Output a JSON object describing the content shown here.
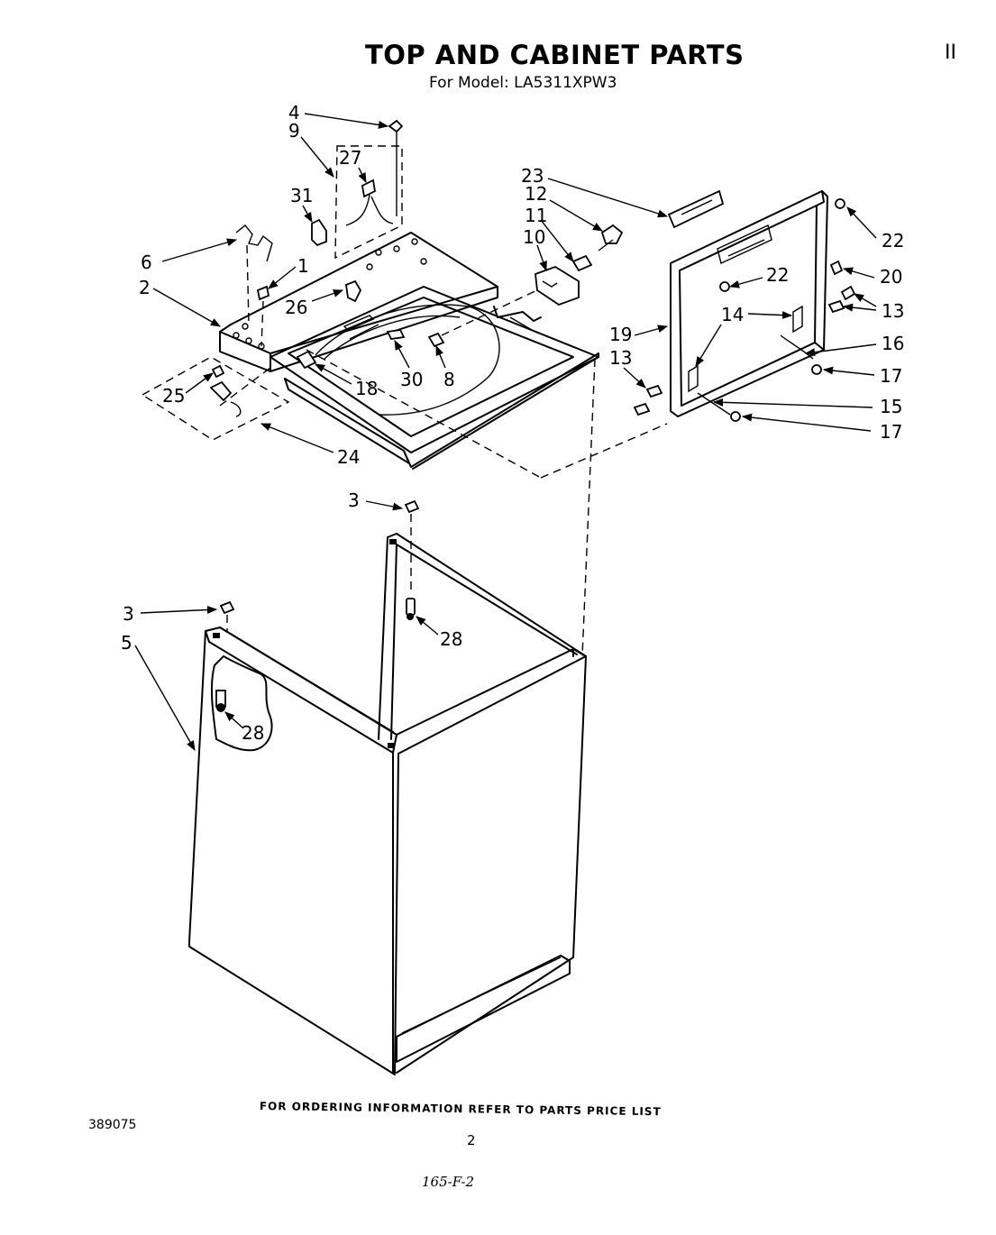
{
  "header": {
    "title": "TOP AND CABINET PARTS",
    "subtitle": "For Model: LA5311XPW3",
    "corner_mark": "II"
  },
  "callouts": {
    "c1": "1",
    "c2": "2",
    "c3a": "3",
    "c3b": "3",
    "c4": "4",
    "c5": "5",
    "c6": "6",
    "c8": "8",
    "c9": "9",
    "c10": "10",
    "c11": "11",
    "c12": "12",
    "c13a": "13",
    "c13b": "13",
    "c14": "14",
    "c15": "15",
    "c16": "16",
    "c17a": "17",
    "c17b": "17",
    "c18": "18",
    "c19": "19",
    "c20": "20",
    "c22a": "22",
    "c22b": "22",
    "c23": "23",
    "c24": "24",
    "c25": "25",
    "c26": "26",
    "c27": "27",
    "c28a": "28",
    "c28b": "28",
    "c30": "30",
    "c31": "31"
  },
  "footer": {
    "ordering_note": "FOR ORDERING INFORMATION REFER TO PARTS PRICE LIST",
    "doc_number": "389075",
    "page_number": "2",
    "handwritten": "165-F-2"
  }
}
